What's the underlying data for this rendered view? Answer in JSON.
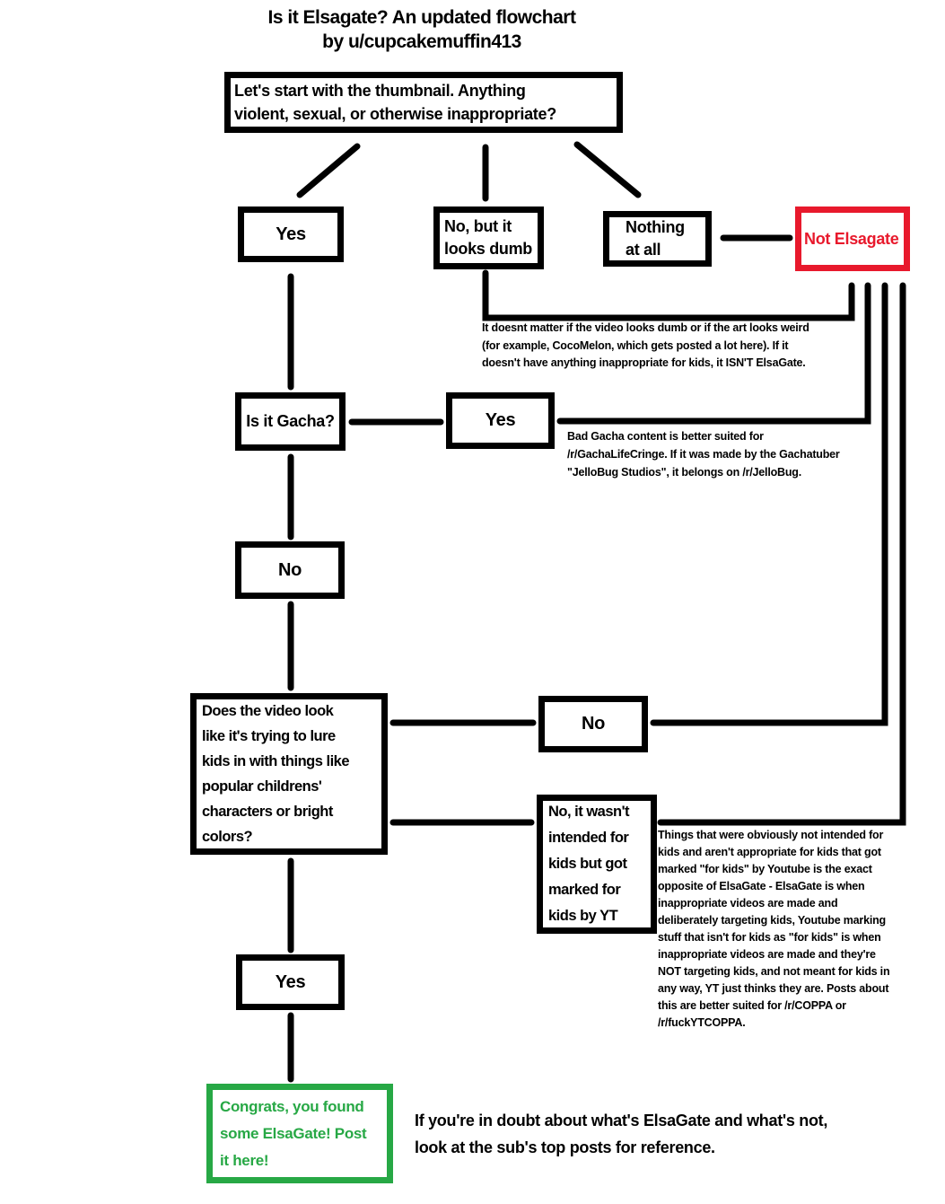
{
  "title": "Is it Elsagate? An updated flowchart\nby u/cupcakemuffin413",
  "nodes": {
    "start": "Let's start with the thumbnail. Anything\nviolent, sexual, or otherwise inappropriate?",
    "yes_thumbnail": "Yes",
    "no_but_dumb": "No, but it\nlooks dumb",
    "nothing_at_all": "Nothing\nat all",
    "not_elsagate": "Not Elsagate",
    "is_it_gacha": "Is it Gacha?",
    "gacha_yes": "Yes",
    "gacha_no": "No",
    "lure_question": "Does the video look\nlike it's trying to lure\nkids in with things like\npopular childrens'\ncharacters or bright\ncolors?",
    "lure_no": "No",
    "not_intended_for_kids": "No, it wasn't\nintended for\nkids but got\nmarked for\nkids by YT",
    "lure_yes": "Yes",
    "congrats": "Congrats, you found\nsome ElsaGate! Post\nit here!"
  },
  "annotations": {
    "dumb_note": "It doesnt matter if the video looks dumb or if the art looks weird\n(for example, CocoMelon, which gets posted a lot here). If it\ndoesn't have anything inappropriate for kids, it ISN'T ElsaGate.",
    "gacha_note": "Bad Gacha content is better suited for\n/r/GachaLifeCringe. If it was made by the Gachatuber\n\"JelloBug Studios\", it belongs on /r/JelloBug.",
    "coppa_note": "Things that were obviously not intended for\nkids and aren't appropriate for kids that got\nmarked \"for kids\" by Youtube is the exact\nopposite of ElsaGate - ElsaGate is when\ninappropriate videos are made and\ndeliberately targeting kids, Youtube marking\nstuff that isn't for kids as \"for kids\" is when\ninappropriate videos are made and they're\nNOT targeting kids, and not meant for kids in\nany way, YT just thinks they are. Posts about\nthis are better suited for /r/COPPA or\n/r/fuckYTCOPPA."
  },
  "footer": "If you're in doubt about what's ElsaGate and what's not,\nlook at the sub's top posts for reference.",
  "colors": {
    "box_border_black": "#000000",
    "not_elsagate_red": "#e8192c",
    "congrats_green": "#27a845",
    "background": "#ffffff"
  }
}
